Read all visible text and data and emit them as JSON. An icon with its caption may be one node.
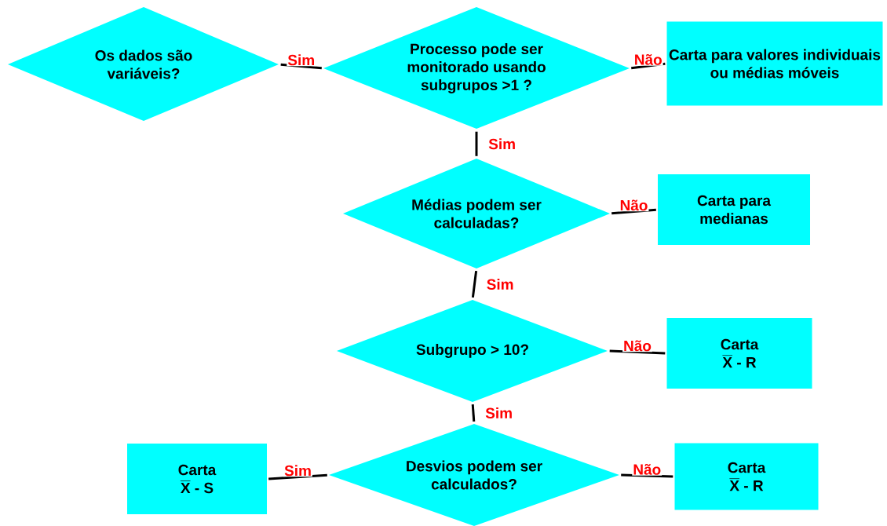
{
  "diagram": {
    "nodes": [
      {
        "text": [
          "Os dados são variáveis?"
        ]
      },
      {
        "text": [
          "Processo pode ser monitorado usando subgrupos >1 ?"
        ]
      },
      {
        "text": [
          "Carta para valores individuais ou médias móveis"
        ]
      },
      {
        "text": [
          "Médias podem ser calculadas?"
        ]
      },
      {
        "text": [
          "Carta para medianas"
        ]
      },
      {
        "text": [
          "Subgrupo > 10?"
        ]
      },
      {
        "text": [
          "Carta",
          "\\overline{\\textbf{X}}\\textbf{ - R}"
        ]
      },
      {
        "text": [
          "Desvios podem ser calculados?"
        ]
      },
      {
        "text": [
          "Carta",
          "\\overline{\\textbf{X}}\\textbf{ - S}"
        ]
      },
      {
        "text": [
          "Carta",
          "\\overline{\\textbf{X}}\\textbf{ - R}"
        ]
      }
    ],
    "edges": [
      {
        "from": 0,
        "to": 1,
        "arrow": "none",
        "label": "Sim"
      },
      {
        "from": 1,
        "to": 2,
        "arrow": "none",
        "label": "Não"
      },
      {
        "from": 1,
        "to": 3,
        "arrow": "none",
        "label": "Sim"
      },
      {
        "from": 3,
        "to": 4,
        "arrow": "none",
        "label": "Não"
      },
      {
        "from": 3,
        "to": 5,
        "arrow": "none",
        "label": "Sim"
      },
      {
        "from": 5,
        "to": 6,
        "arrow": "none",
        "label": "Não"
      },
      {
        "from": 5,
        "to": 7,
        "arrow": "none",
        "label": "Sim"
      },
      {
        "from": 7,
        "to": 8,
        "arrow": "none",
        "label": "Sim"
      },
      {
        "from": 7,
        "to": 9,
        "arrow": "none",
        "label": "Não"
      }
    ]
  }
}
